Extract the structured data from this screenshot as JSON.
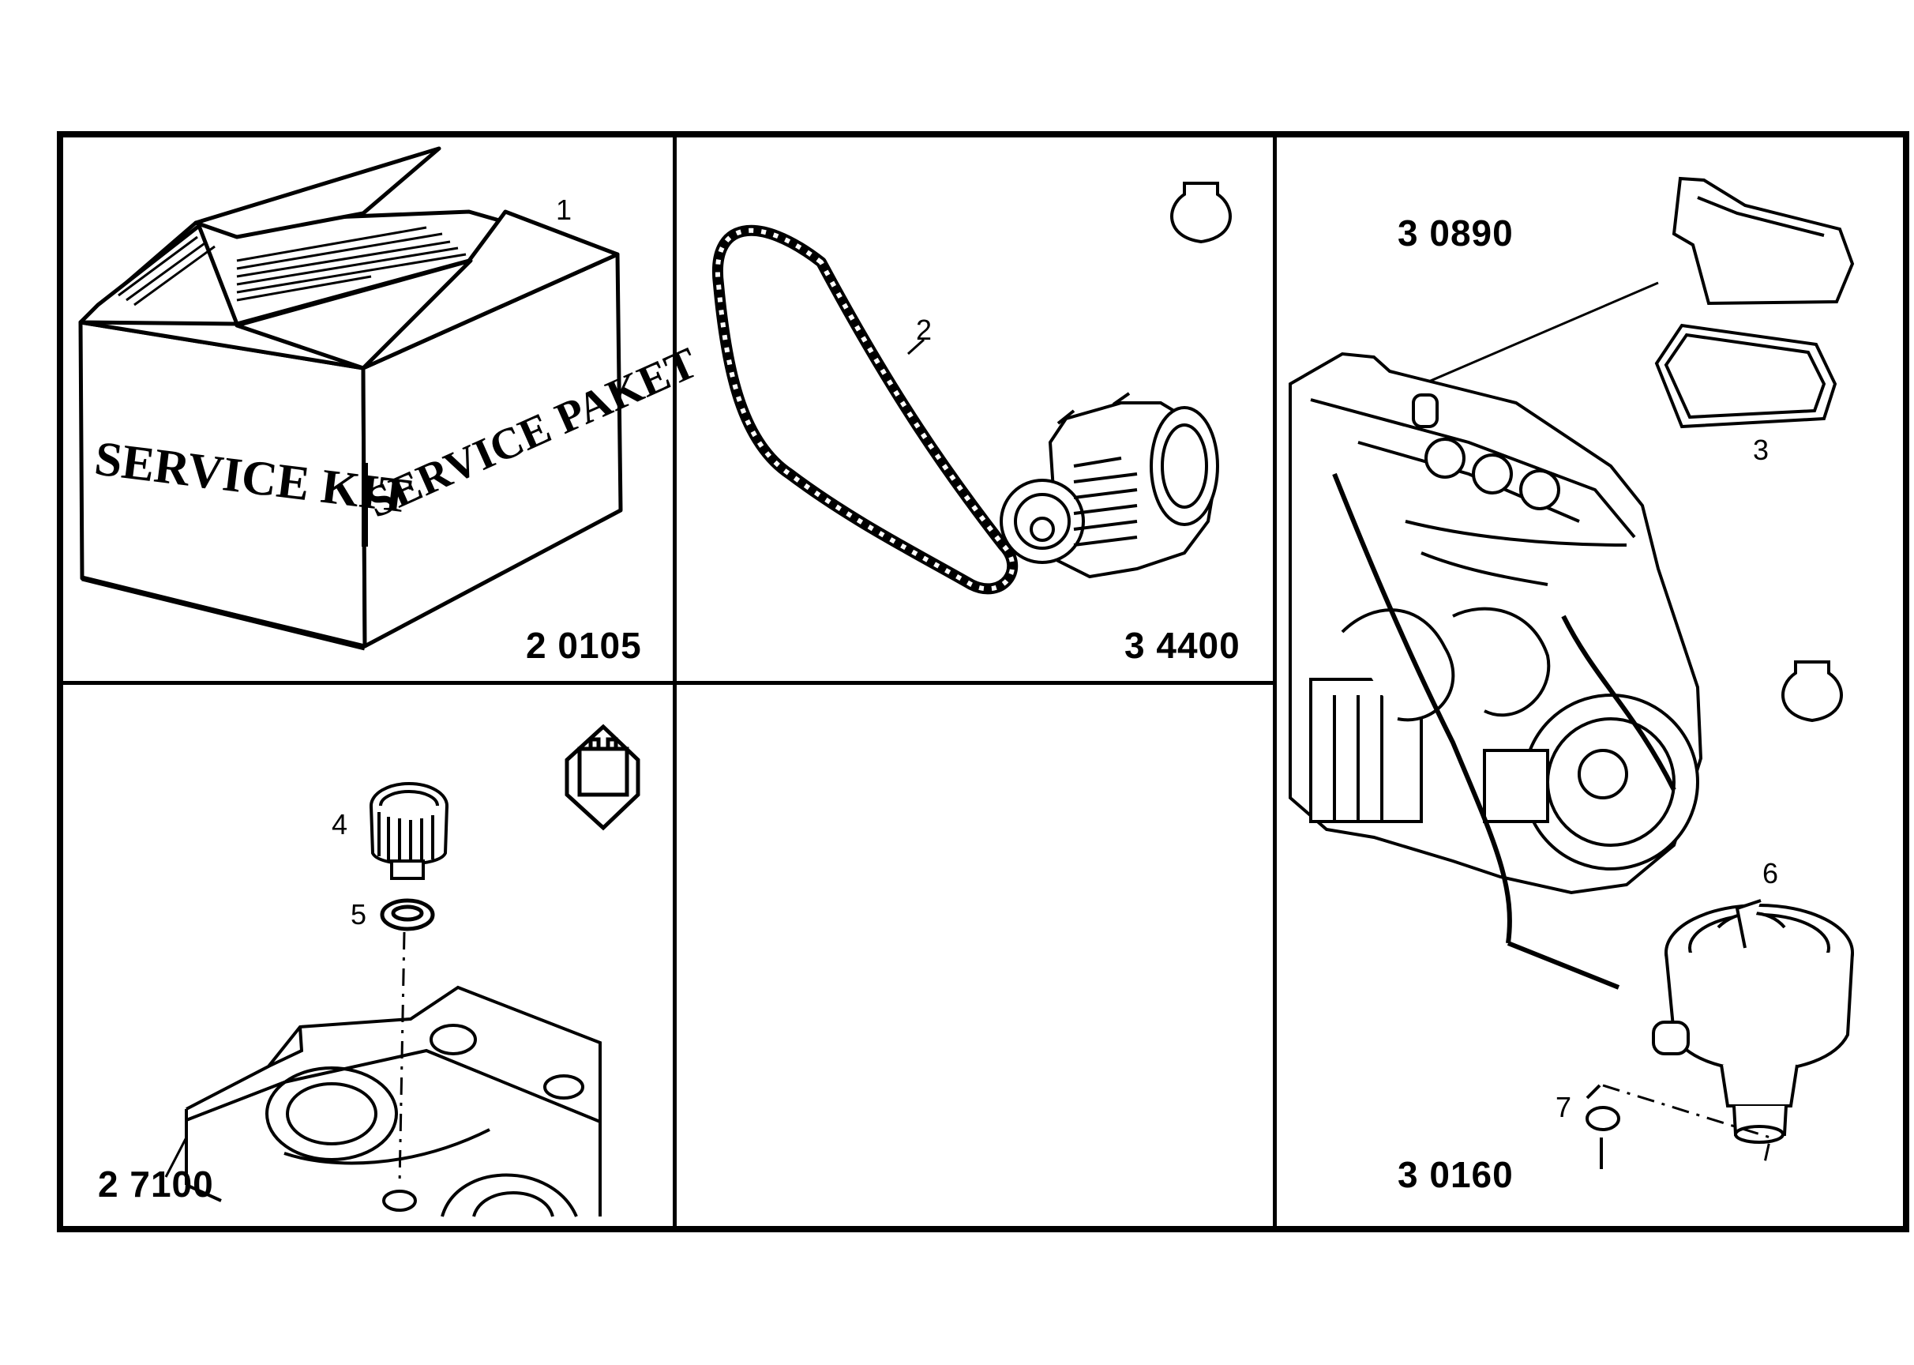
{
  "panels": [
    {
      "id": "service-kit",
      "part_number": "2 0105",
      "callouts": [
        "1"
      ],
      "box_labels": {
        "front": "SERVICE KIT",
        "side": "SERVICE PAKET"
      }
    },
    {
      "id": "belt",
      "part_number": "3 4400",
      "callouts": [
        "2"
      ],
      "symbol": "interval-drop-icon"
    },
    {
      "id": "filler-cap",
      "part_number": "2 7100",
      "callouts": [
        "4",
        "5"
      ],
      "symbol": "hex-battery-icon"
    },
    {
      "id": "empty-panel"
    },
    {
      "id": "engine",
      "part_numbers": [
        "3 0890",
        "3 0160"
      ],
      "callouts": [
        "3",
        "6",
        "7"
      ],
      "symbol": "interval-drop-icon"
    }
  ]
}
